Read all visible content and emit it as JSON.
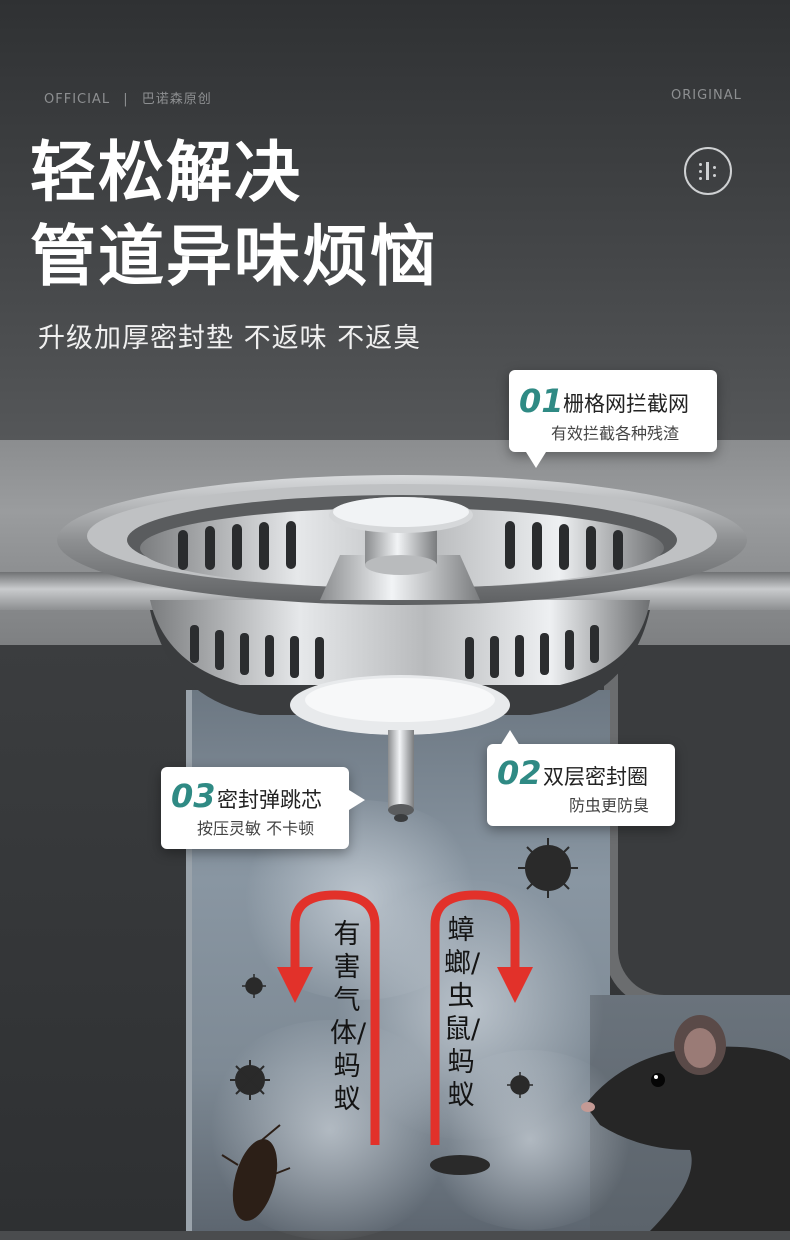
{
  "header": {
    "watermark_left": "OFFICIAL",
    "watermark_sep": "|",
    "watermark_brand": "巴诺森原创",
    "watermark_right": "ORIGINAL",
    "headline_line1": "轻松解决",
    "headline_line2": "管道异味烦恼",
    "subheadline": "升级加厚密封垫  不返味  不返臭"
  },
  "callouts": [
    {
      "num": "01",
      "title": "栅格网拦截网",
      "desc": "有效拦截各种残渣"
    },
    {
      "num": "02",
      "title": "双层密封圈",
      "desc": "防虫更防臭"
    },
    {
      "num": "03",
      "title": "密封弹跳芯",
      "desc": "按压灵敏  不卡顿"
    }
  ],
  "pipe_labels": {
    "left": "有害气体/蚂蚁",
    "right": "蟑螂/虫鼠/蚂蚁"
  },
  "colors": {
    "accent_teal": "#2f8a84",
    "arrow_red": "#e2312a",
    "text_white": "#ffffff"
  },
  "icons": [
    "brand-logo-icon",
    "red-arrow-icon",
    "virus-icon",
    "cockroach-icon",
    "rat-icon"
  ]
}
